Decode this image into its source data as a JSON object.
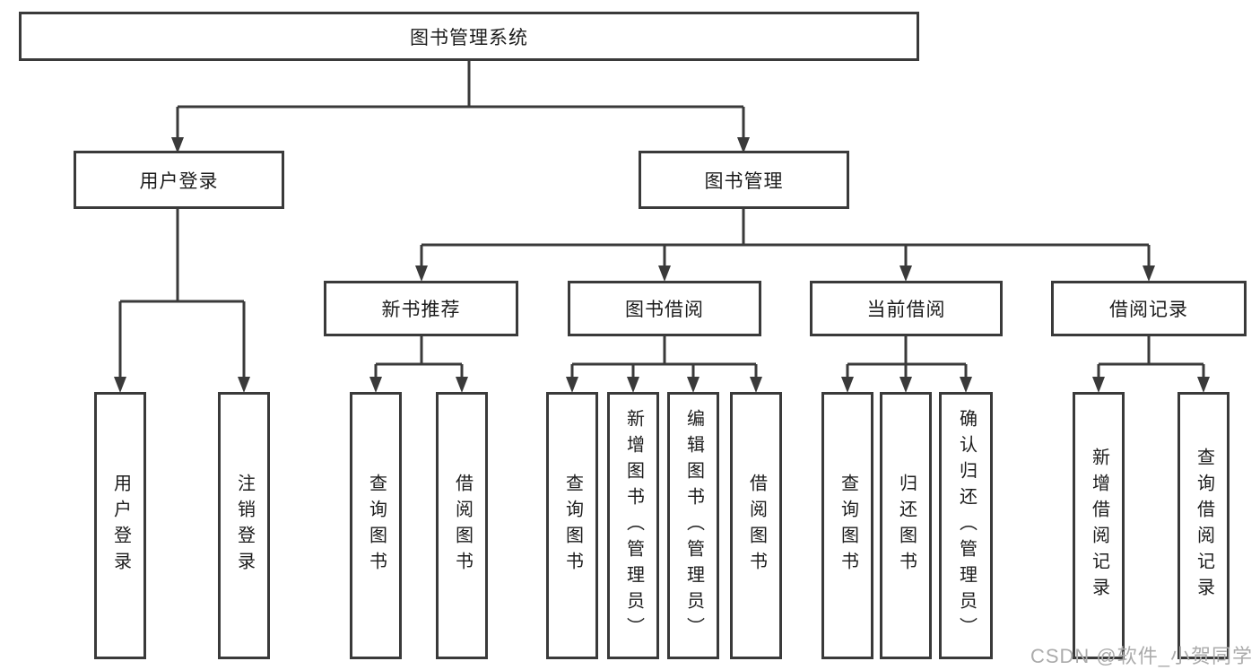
{
  "diagram": {
    "root": {
      "label": "图书管理系统"
    },
    "login": {
      "label": "用户登录",
      "children": [
        {
          "label": "用户登录"
        },
        {
          "label": "注销登录"
        }
      ]
    },
    "management": {
      "label": "图书管理",
      "sections": [
        {
          "label": "新书推荐",
          "children": [
            {
              "label": "查询图书"
            },
            {
              "label": "借阅图书"
            }
          ]
        },
        {
          "label": "图书借阅",
          "children": [
            {
              "label": "查询图书"
            },
            {
              "label": "新增图书（管理员）"
            },
            {
              "label": "编辑图书（管理员）"
            },
            {
              "label": "借阅图书"
            }
          ]
        },
        {
          "label": "当前借阅",
          "children": [
            {
              "label": "查询图书"
            },
            {
              "label": "归还图书"
            },
            {
              "label": "确认归还（管理员）"
            }
          ]
        },
        {
          "label": "借阅记录",
          "children": [
            {
              "label": "新增借阅记录"
            },
            {
              "label": "查询借阅记录"
            }
          ]
        }
      ]
    },
    "colors": {
      "line": "#3a3a3a",
      "text": "#1c1c1c",
      "watermark": "#ababab",
      "background": "#ffffff"
    },
    "watermark_text": "CSDN @软件_小贺同学"
  }
}
